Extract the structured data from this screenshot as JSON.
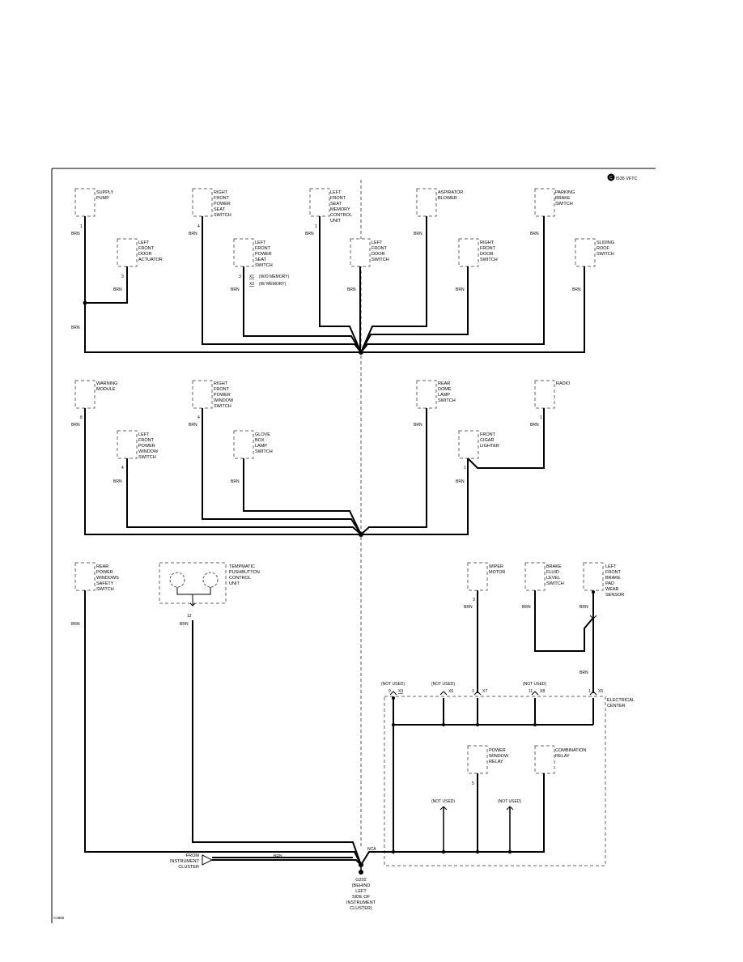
{
  "meta": {
    "badge": "I535 VFTC",
    "code": "C4890"
  },
  "wire": {
    "color": "BRN"
  },
  "notes": {
    "not_used": "(NOT USED)",
    "w_o_memory": "(W/O MEMORY)",
    "w_memory": "(W/ MEMORY)",
    "x1": "X1",
    "x2": "X2"
  },
  "components": {
    "supply_pump": [
      "SUPPLY",
      "PUMP"
    ],
    "right_front_power_seat_switch": [
      "RIGHT",
      "FRONT",
      "POWER",
      "SEAT",
      "SWITCH"
    ],
    "left_front_seat_memory_control_unit": [
      "LEFT",
      "FRONT",
      "SEAT",
      "MEMORY",
      "CONTROL",
      "UNIT"
    ],
    "aspirator_blower": [
      "ASPIRATOR",
      "BLOWER"
    ],
    "parking_brake_switch": [
      "PARKING",
      "BRAKE",
      "SWITCH"
    ],
    "left_front_door_actuator": [
      "LEFT",
      "FRONT",
      "DOOR",
      "ACTUATOR"
    ],
    "left_front_power_seat_switch": [
      "LEFT",
      "FRONT",
      "POWER",
      "SEAT",
      "SWITCH"
    ],
    "left_front_door_switch": [
      "LEFT",
      "FRONT",
      "DOOR",
      "SWITCH"
    ],
    "right_front_door_switch": [
      "RIGHT",
      "FRONT",
      "DOOR",
      "SWITCH"
    ],
    "sliding_roof_switch": [
      "SLIDING",
      "ROOF",
      "SWITCH"
    ],
    "warning_module": [
      "WARNING",
      "MODULE"
    ],
    "right_front_power_window_switch": [
      "RIGHT",
      "FRONT",
      "POWER",
      "WINDOW",
      "SWITCH"
    ],
    "rear_dome_lamp_switch": [
      "REAR",
      "DOME",
      "LAMP",
      "SWITCH"
    ],
    "radio": [
      "RADIO"
    ],
    "left_front_power_window_switch": [
      "LEFT",
      "FRONT",
      "POWER",
      "WINDOW",
      "SWITCH"
    ],
    "glove_box_lamp_switch": [
      "GLOVE",
      "BOX",
      "LAMP",
      "SWITCH"
    ],
    "front_cigar_lighter": [
      "FRONT",
      "CIGAR",
      "LIGHTER"
    ],
    "rear_power_windows_safety_switch": [
      "REAR",
      "POWER",
      "WINDOWS",
      "SAFETY",
      "SWITCH"
    ],
    "tempmatic_control_unit": [
      "TEMPMATIC",
      "PUSHBUTTON",
      "CONTROL",
      "UNIT"
    ],
    "wiper_motor": [
      "WIPER",
      "MOTOR"
    ],
    "brake_fluid_level_switch": [
      "BRAKE",
      "FLUID",
      "LEVEL",
      "SWITCH"
    ],
    "left_front_brake_pad_wear_sensor": [
      "LEFT",
      "FRONT",
      "BRAKE",
      "PAD",
      "WEAR",
      "SENSOR"
    ],
    "electrical_center": [
      "ELECTRICAL",
      "CENTER"
    ],
    "power_window_relay": [
      "POWER",
      "WINDOW",
      "RELAY"
    ],
    "combination_relay": [
      "COMBINATION",
      "RELAY"
    ],
    "from_instrument_cluster": [
      "FROM",
      "INSTRUMENT",
      "CLUSTER"
    ],
    "ground_g202": [
      "G202",
      "(BEHIND",
      "LEFT",
      "SIDE OF",
      "INSTRUMENT",
      "CLUSTER)"
    ],
    "nca": "NCA"
  },
  "pins": {
    "supply_pump": "1",
    "right_front_power_seat_switch": "4",
    "left_front_seat_memory_control_unit": "1",
    "left_front_door_actuator": "3",
    "left_front_power_seat_switch": "3",
    "warning_module": "8",
    "right_front_power_window_switch": "4",
    "radio": "1",
    "left_front_power_window_switch": "4",
    "front_cigar_lighter": "1",
    "tempmatic_control_unit": "12",
    "wiper_motor": "3",
    "power_window_relay": "5",
    "ec_pin_9": "9",
    "ec_pin_3": "3",
    "ec_pin_11": "11",
    "ec_pin_1": "1"
  },
  "connectors": {
    "x3": "X3",
    "x6": "X6",
    "x7": "X7",
    "x8": "X8",
    "x5": "X5"
  }
}
